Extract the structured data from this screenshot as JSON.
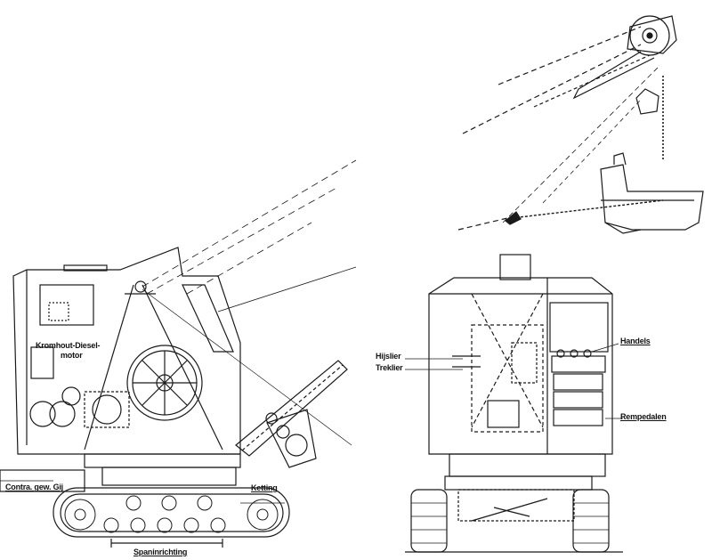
{
  "labels": {
    "engine_line1": "Kromhout-Diesel-",
    "engine_line2": "motor",
    "counterweight": "Contra. gew. Gij",
    "chain": "Ketting",
    "tensioner": "Spaninrichting",
    "hoist_rope": "Hijslier",
    "drag_rope": "Treklier",
    "levers": "Handels",
    "brake_pedals": "Rempedalen"
  },
  "colors": {
    "ink": "#1a1a1a",
    "paper": "#ffffff"
  }
}
